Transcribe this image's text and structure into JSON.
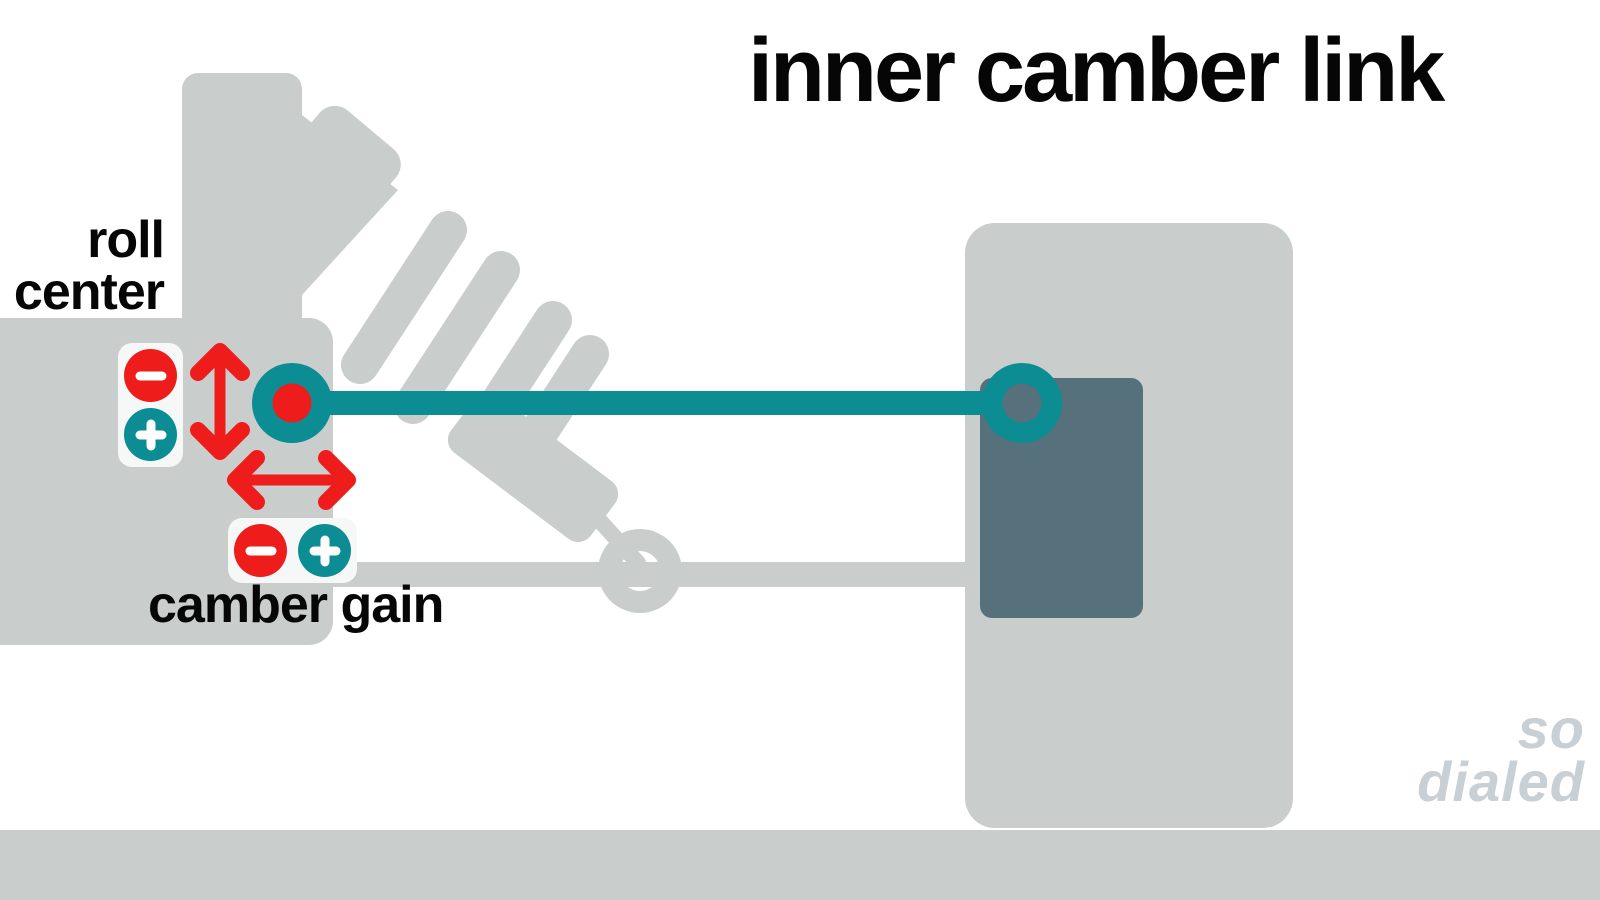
{
  "title": "inner camber link",
  "labels": {
    "roll_center_line1": "roll",
    "roll_center_line2": "center",
    "camber_gain": "camber gain"
  },
  "watermark": {
    "line1": "so",
    "line2": "dialed"
  },
  "icons": {
    "minus": "−",
    "plus": "+",
    "vertical_double_arrow": "↕",
    "horizontal_double_arrow": "↔"
  },
  "colors": {
    "background": "#ffffff",
    "shape_gray": "#c9cdcc",
    "hub_slate": "#56707c",
    "link_teal": "#0b8d93",
    "accent_red": "#ef1c1c",
    "panel_white": "#f6f7f7",
    "text_black": "#060606",
    "watermark_gray": "#c8cfd5"
  }
}
